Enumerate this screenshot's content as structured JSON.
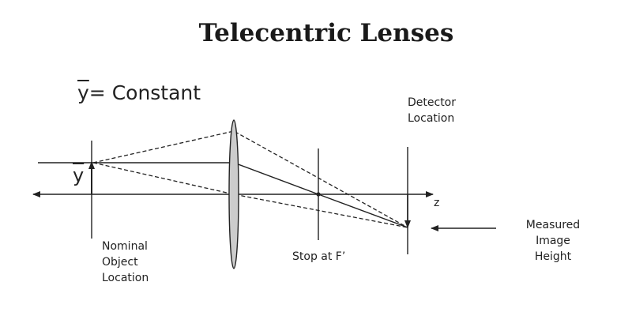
{
  "title": "Telecentric Lenses",
  "equation": {
    "symbol": "y",
    "rest": "= Constant"
  },
  "labels": {
    "y_height": "y",
    "z_axis": "z",
    "detector_line1": "Detector",
    "detector_line2": "Location",
    "object_line1": "Nominal",
    "object_line2": "Object",
    "object_line3": "Location",
    "stop": "Stop at F’",
    "measured_line1": "Measured",
    "measured_line2": "Image",
    "measured_line3": "Height"
  },
  "colors": {
    "line": "#222222",
    "lens_fill": "#cccccc"
  }
}
